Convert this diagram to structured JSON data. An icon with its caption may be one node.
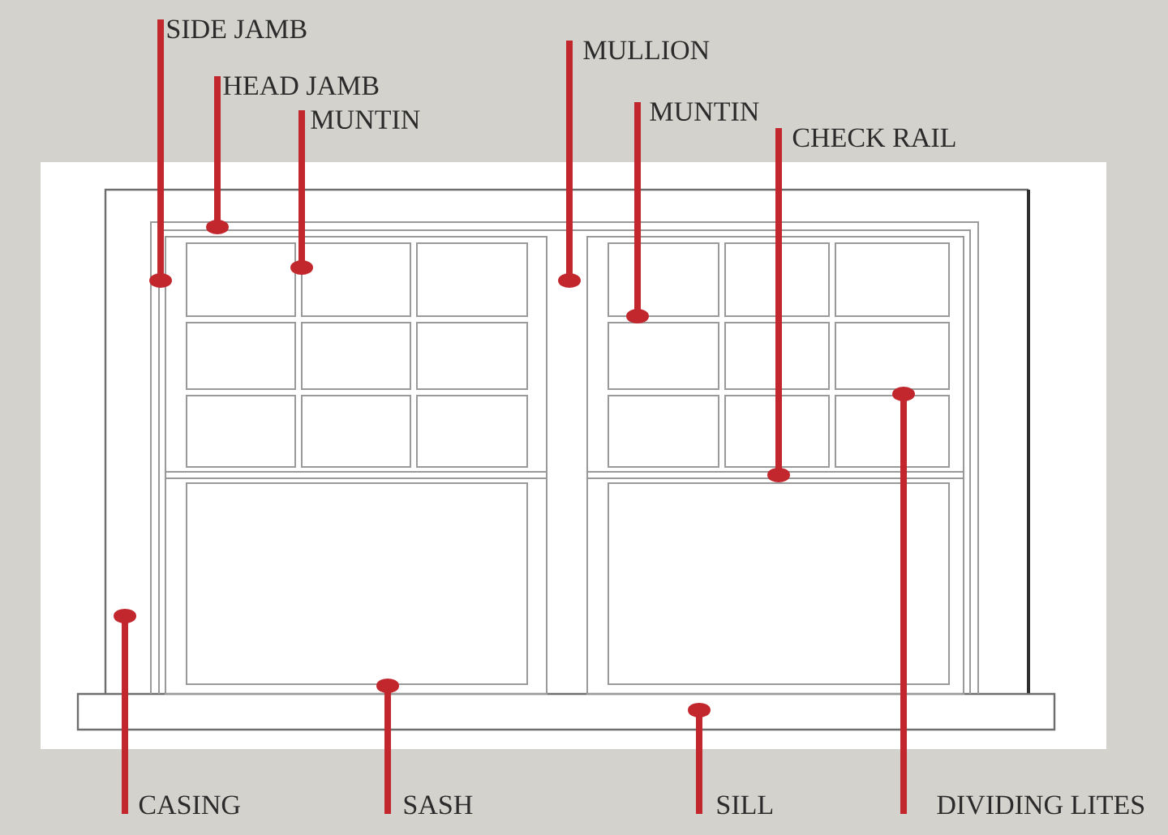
{
  "diagram": {
    "nodes": [
      {
        "text": [
          "SIDE JAMB"
        ]
      },
      {
        "text": [
          "MULLION"
        ]
      },
      {
        "text": [
          "HEAD JAMB"
        ]
      },
      {
        "text": [
          "MUNTIN"
        ]
      },
      {
        "text": [
          "MUNTIN"
        ]
      },
      {
        "text": [
          "CHECK RAIL"
        ]
      },
      {
        "text": [
          "CASING"
        ]
      },
      {
        "text": [
          "SASH"
        ]
      },
      {
        "text": [
          "SILL"
        ]
      },
      {
        "text": [
          "DIVIDING LITES"
        ]
      }
    ],
    "edges": [
      {
        "from": 0,
        "to": null,
        "arrow": "other"
      },
      {
        "from": 1,
        "to": null,
        "arrow": "other"
      },
      {
        "from": 2,
        "to": null,
        "arrow": "other"
      },
      {
        "from": 3,
        "to": null,
        "arrow": "other"
      },
      {
        "from": 4,
        "to": null,
        "arrow": "other"
      },
      {
        "from": 5,
        "to": null,
        "arrow": "other"
      },
      {
        "from": 6,
        "to": null,
        "arrow": "other"
      },
      {
        "from": 7,
        "to": null,
        "arrow": "other"
      },
      {
        "from": 8,
        "to": null,
        "arrow": "other"
      },
      {
        "from": 9,
        "to": null,
        "arrow": "other"
      }
    ]
  }
}
